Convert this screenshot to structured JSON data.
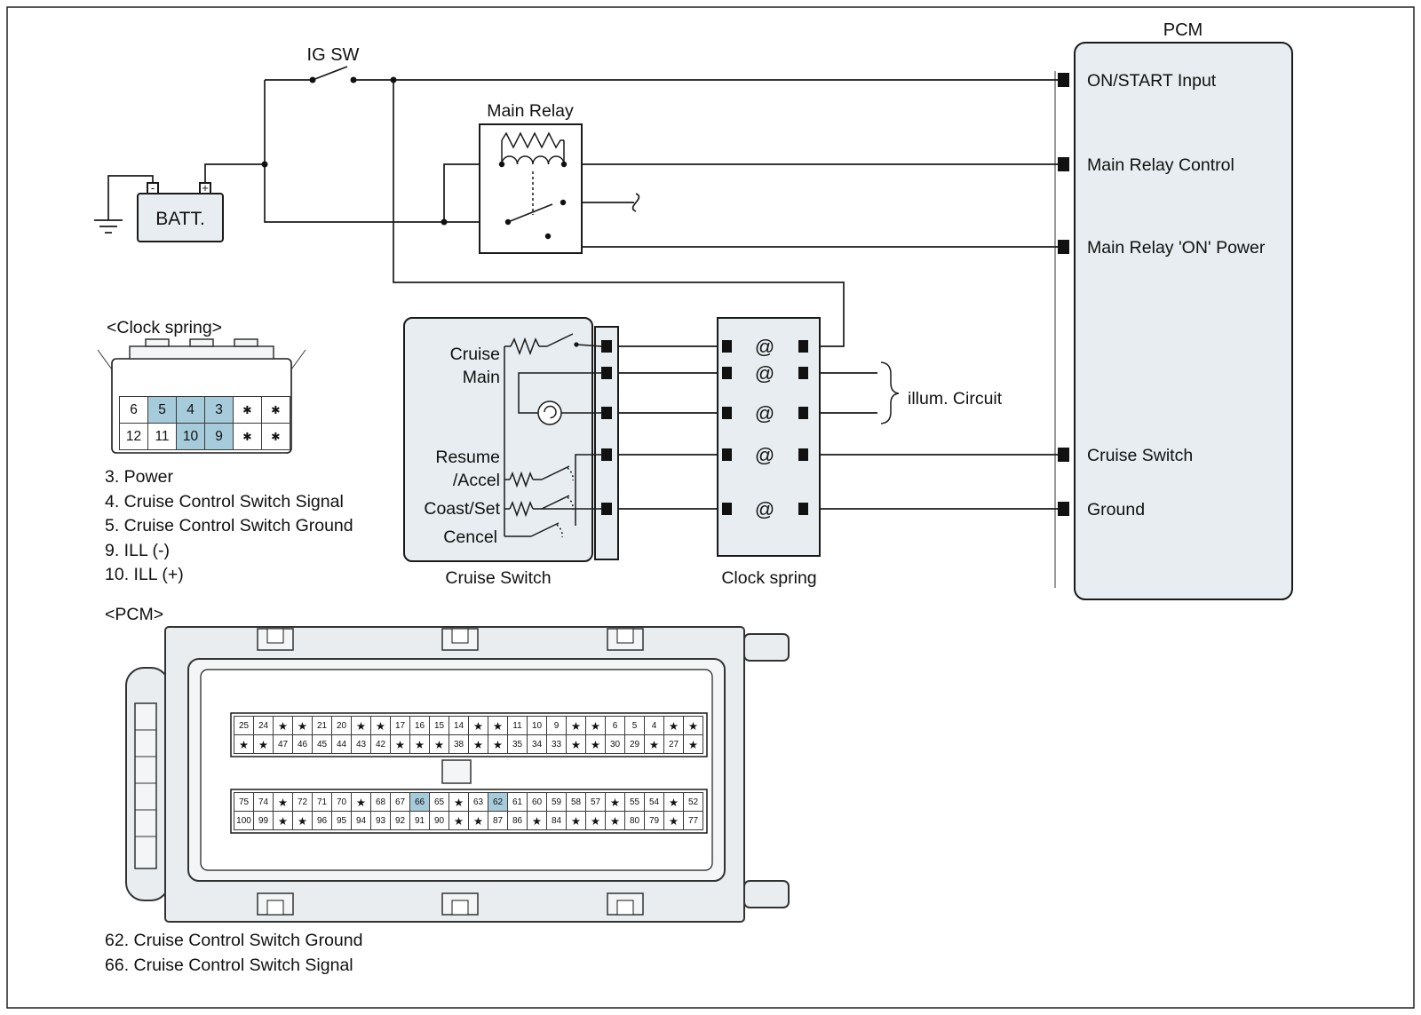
{
  "headings": {
    "clock_spring": "<Clock spring>",
    "pcm": "<PCM>"
  },
  "labels": {
    "ig_sw": "IG SW",
    "main_relay": "Main Relay",
    "battery": "BATT.",
    "minus": "-",
    "plus": "+",
    "illum": "illum. Circuit"
  },
  "captions": {
    "cruise_switch": "Cruise Switch",
    "clock_spring": "Clock spring"
  },
  "pcm_box": {
    "title": "PCM",
    "pins": [
      {
        "label": "ON/START Input"
      },
      {
        "label": "Main Relay Control"
      },
      {
        "label": "Main Relay 'ON' Power"
      },
      {
        "label": "Cruise Switch"
      },
      {
        "label": "Ground"
      }
    ]
  },
  "cruise_switch_box": {
    "main_line1": "Cruise",
    "main_line2": "Main",
    "resume": "Resume",
    "accel": "/Accel",
    "coast_set": "Coast/Set",
    "cancel": "Cencel"
  },
  "clock_spring_box": {
    "coil_symbol": "@"
  },
  "clock_spring_connector": {
    "rows": [
      [
        "6",
        "5",
        "4",
        "3",
        "✱",
        "✱"
      ],
      [
        "12",
        "11",
        "10",
        "9",
        "✱",
        "✱"
      ]
    ],
    "highlighted": [
      "5",
      "4",
      "3",
      "10",
      "9"
    ],
    "legend": [
      "3. Power",
      "4. Cruise Control Switch Signal",
      "5. Cruise Control Switch Ground",
      "9. ILL (-)",
      "10. ILL (+)"
    ]
  },
  "pcm_connector": {
    "rows": [
      [
        "25",
        "24",
        "★",
        "★",
        "21",
        "20",
        "★",
        "★",
        "17",
        "16",
        "15",
        "14",
        "★",
        "★",
        "11",
        "10",
        "9",
        "★",
        "★",
        "6",
        "5",
        "4",
        "★",
        "★"
      ],
      [
        "★",
        "★",
        "47",
        "46",
        "45",
        "44",
        "43",
        "42",
        "★",
        "★",
        "★",
        "38",
        "★",
        "★",
        "35",
        "34",
        "33",
        "★",
        "★",
        "30",
        "29",
        "★",
        "27",
        "★"
      ],
      [
        "75",
        "74",
        "★",
        "72",
        "71",
        "70",
        "★",
        "68",
        "67",
        "66",
        "65",
        "★",
        "63",
        "62",
        "61",
        "60",
        "59",
        "58",
        "57",
        "★",
        "55",
        "54",
        "★",
        "52"
      ],
      [
        "100",
        "99",
        "★",
        "★",
        "96",
        "95",
        "94",
        "93",
        "92",
        "91",
        "90",
        "★",
        "★",
        "87",
        "86",
        "★",
        "84",
        "★",
        "★",
        "★",
        "80",
        "79",
        "★",
        "77"
      ]
    ],
    "highlighted": [
      "66",
      "62"
    ],
    "legend": [
      "62. Cruise Control Switch Ground",
      "66. Cruise Control Switch Signal"
    ]
  }
}
